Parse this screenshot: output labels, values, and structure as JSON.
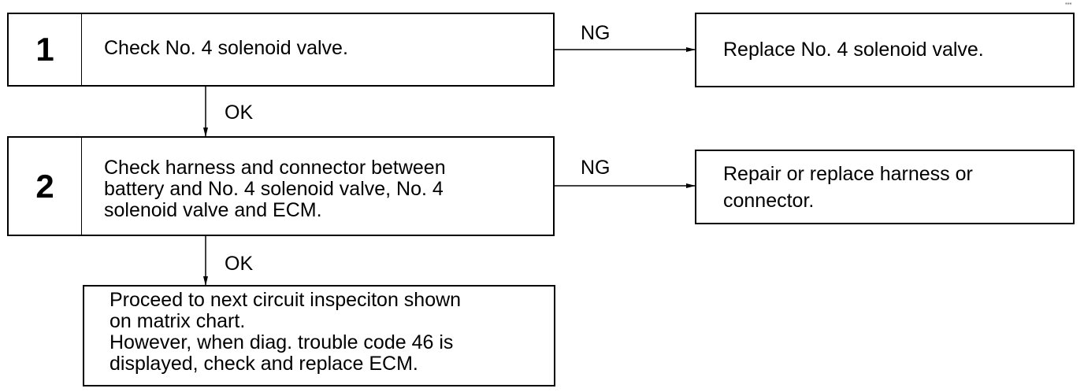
{
  "steps": [
    {
      "number": "1",
      "text": "Check No. 4 solenoid valve."
    },
    {
      "number": "2",
      "text": "Check harness and connector between\nbattery and No. 4 solenoid valve, No. 4\nsolenoid valve and ECM."
    }
  ],
  "actions": [
    {
      "text": "Replace No. 4 solenoid valve."
    },
    {
      "text": "Repair or replace harness or\nconnector."
    }
  ],
  "final": {
    "text": "Proceed to next circuit inspeciton shown\non matrix chart.\nHowever, when diag. trouble code 46 is\ndisplayed, check and replace ECM."
  },
  "labels": {
    "ng1": "NG",
    "ok1": "OK",
    "ng2": "NG",
    "ok2": "OK"
  },
  "corner_mark": "▪▪▪"
}
